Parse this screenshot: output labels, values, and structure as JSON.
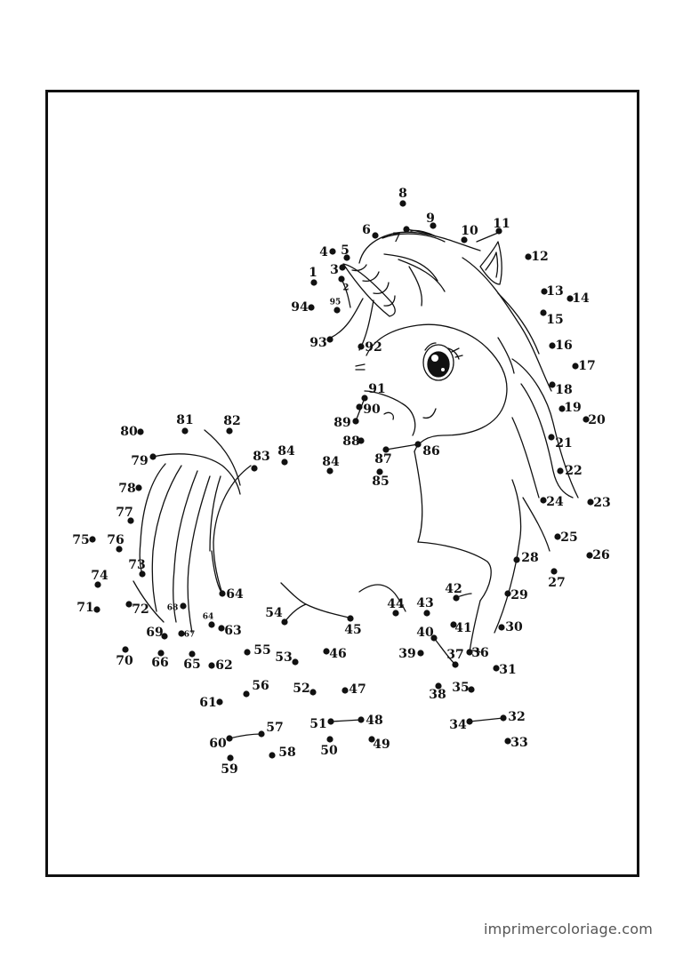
{
  "credit": "imprimercoloriage.com",
  "colors": {
    "ink": "#111111",
    "frame": "#111111",
    "credit": "#555555",
    "paper": "#ffffff"
  },
  "dots": [
    {
      "n": "1"
    },
    {
      "n": "2"
    },
    {
      "n": "3"
    },
    {
      "n": "4"
    },
    {
      "n": "5"
    },
    {
      "n": "6"
    },
    {
      "n": "7"
    },
    {
      "n": "8"
    },
    {
      "n": "9"
    },
    {
      "n": "10"
    },
    {
      "n": "11"
    },
    {
      "n": "12"
    },
    {
      "n": "13"
    },
    {
      "n": "14"
    },
    {
      "n": "15"
    },
    {
      "n": "16"
    },
    {
      "n": "17"
    },
    {
      "n": "18"
    },
    {
      "n": "19"
    },
    {
      "n": "20"
    },
    {
      "n": "21"
    },
    {
      "n": "22"
    },
    {
      "n": "23"
    },
    {
      "n": "24"
    },
    {
      "n": "25"
    },
    {
      "n": "26"
    },
    {
      "n": "27"
    },
    {
      "n": "28"
    },
    {
      "n": "29"
    },
    {
      "n": "30"
    },
    {
      "n": "31"
    },
    {
      "n": "32"
    },
    {
      "n": "33"
    },
    {
      "n": "34"
    },
    {
      "n": "35"
    },
    {
      "n": "36"
    },
    {
      "n": "37"
    },
    {
      "n": "38"
    },
    {
      "n": "39"
    },
    {
      "n": "40"
    },
    {
      "n": "41"
    },
    {
      "n": "42"
    },
    {
      "n": "43"
    },
    {
      "n": "44"
    },
    {
      "n": "45"
    },
    {
      "n": "46"
    },
    {
      "n": "47"
    },
    {
      "n": "48"
    },
    {
      "n": "49"
    },
    {
      "n": "50"
    },
    {
      "n": "51"
    },
    {
      "n": "52"
    },
    {
      "n": "53"
    },
    {
      "n": "54"
    },
    {
      "n": "55"
    },
    {
      "n": "56"
    },
    {
      "n": "57"
    },
    {
      "n": "58"
    },
    {
      "n": "59"
    },
    {
      "n": "60"
    },
    {
      "n": "61"
    },
    {
      "n": "62"
    },
    {
      "n": "63"
    },
    {
      "n": "64"
    },
    {
      "n": "64"
    },
    {
      "n": "65"
    },
    {
      "n": "66"
    },
    {
      "n": "67"
    },
    {
      "n": "68"
    },
    {
      "n": "69"
    },
    {
      "n": "70"
    },
    {
      "n": "71"
    },
    {
      "n": "72"
    },
    {
      "n": "73"
    },
    {
      "n": "74"
    },
    {
      "n": "75"
    },
    {
      "n": "76"
    },
    {
      "n": "77"
    },
    {
      "n": "78"
    },
    {
      "n": "79"
    },
    {
      "n": "80"
    },
    {
      "n": "81"
    },
    {
      "n": "82"
    },
    {
      "n": "83"
    },
    {
      "n": "84"
    },
    {
      "n": "84"
    },
    {
      "n": "85"
    },
    {
      "n": "86"
    },
    {
      "n": "87"
    },
    {
      "n": "88"
    },
    {
      "n": "89"
    },
    {
      "n": "90"
    },
    {
      "n": "91"
    },
    {
      "n": "92"
    },
    {
      "n": "93"
    },
    {
      "n": "94"
    },
    {
      "n": "95"
    }
  ]
}
